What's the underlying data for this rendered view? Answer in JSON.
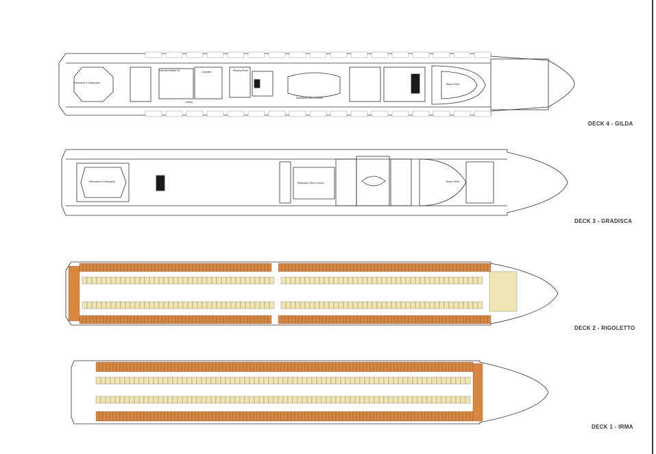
{
  "decks": [
    {
      "id": "deck4",
      "label": "DECK 4 - GILDA",
      "rooms": {
        "ristorante_gattopardo": "Ristorante Il Gattopardo",
        "discoteca": "Discoteca Baby lux",
        "cappella": "Cappella",
        "library": "Library",
        "playing_room": "Playing Room",
        "ristorante_otto": "Ristorante Otto e mezzo",
        "teatro": "Teatro Fellini"
      }
    },
    {
      "id": "deck3",
      "label": "DECK 3 - GRADISCA",
      "rooms": {
        "ristorante_gattopardo": "Ristorante Il Gattopardo",
        "ristorante_otto": "Ristorante Otto e mezzo",
        "teatro": "Teatro Fellini"
      }
    },
    {
      "id": "deck2",
      "label": "DECK 2 - RIGOLETTO"
    },
    {
      "id": "deck1",
      "label": "DECK 1 - IRMA"
    }
  ],
  "colors": {
    "outline": "#2b2b2b",
    "cabin_outside": "#d9873f",
    "cabin_inside": "#efe6b4",
    "frame": "#3a3a3a"
  }
}
